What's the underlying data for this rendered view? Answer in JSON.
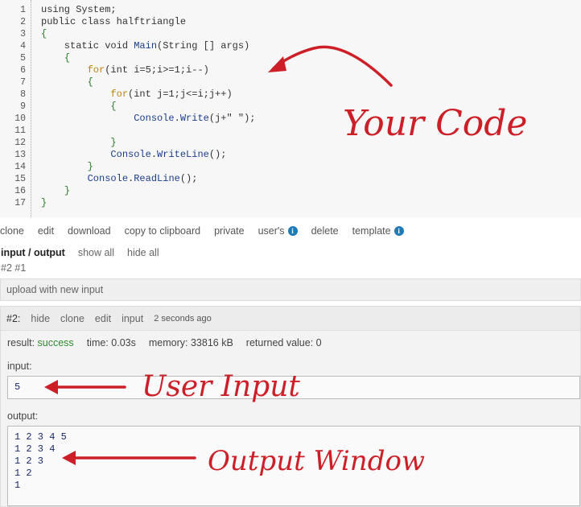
{
  "editor": {
    "line_numbers": [
      "1",
      "2",
      "3",
      "4",
      "5",
      "6",
      "7",
      "8",
      "9",
      "10",
      "11",
      "12",
      "13",
      "14",
      "15",
      "16",
      "17"
    ]
  },
  "toolbar": {
    "clone": "clone",
    "edit": "edit",
    "download": "download",
    "copy": "copy to clipboard",
    "private": "private",
    "users": "user's",
    "delete": "delete",
    "template": "template",
    "info_glyph": "i"
  },
  "io": {
    "active_tab": "input / output",
    "show_all": "show all",
    "hide_all": "hide all",
    "run_refs": "#2 #1"
  },
  "upload": {
    "label": "upload with new input"
  },
  "result": {
    "run_id": "#2:",
    "actions": {
      "hide": "hide",
      "clone": "clone",
      "edit": "edit",
      "input": "input"
    },
    "time_ago": "2 seconds ago",
    "status_label": "result:",
    "status": "success",
    "time_label": "time:",
    "time_value": "0.03s",
    "memory_label": "memory:",
    "memory_value": "33816 kB",
    "returned_label": "returned value:",
    "returned_value": "0",
    "input_label": "input:",
    "input_value": "5",
    "output_label": "output:",
    "output_lines": [
      "1 2 3 4 5",
      "1 2 3 4",
      "1 2 3",
      "1 2",
      "1"
    ]
  },
  "annotations": {
    "code": "Your Code",
    "input": "User Input",
    "output": "Output Window"
  },
  "colors": {
    "annotation": "#cc1f27",
    "success": "#2e8b2e",
    "info_icon": "#1f7ab8"
  }
}
